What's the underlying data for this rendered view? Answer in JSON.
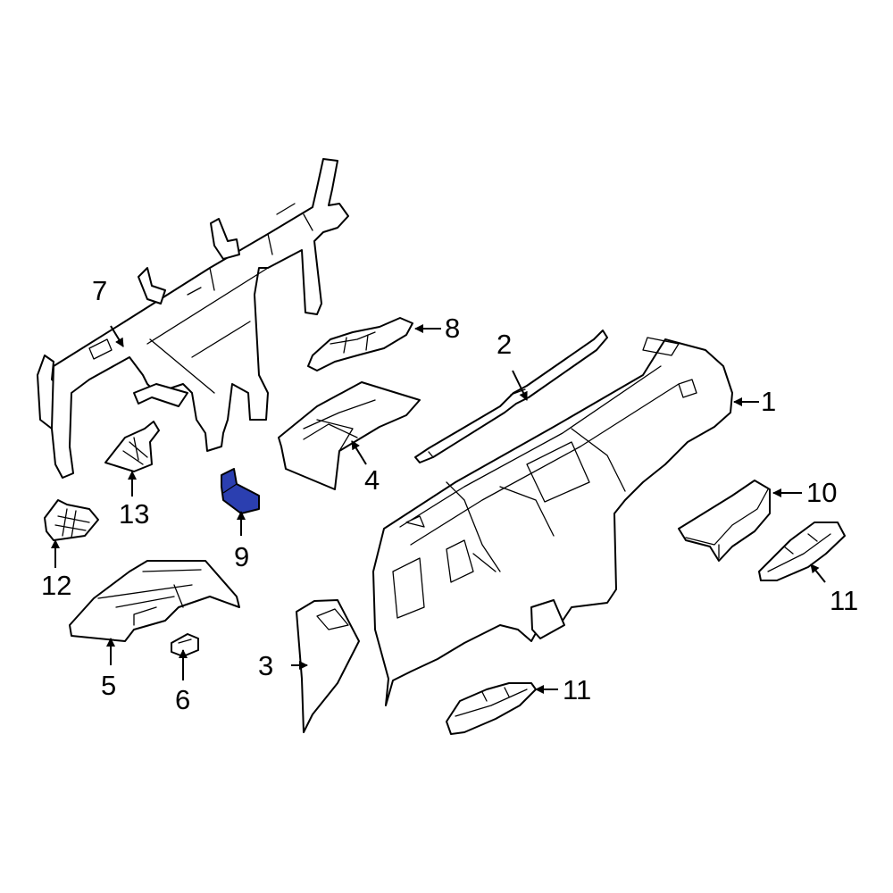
{
  "callouts": [
    {
      "id": "part-1",
      "text": "1"
    },
    {
      "id": "part-2",
      "text": "2"
    },
    {
      "id": "part-3",
      "text": "3"
    },
    {
      "id": "part-4",
      "text": "4"
    },
    {
      "id": "part-5",
      "text": "5"
    },
    {
      "id": "part-6",
      "text": "6"
    },
    {
      "id": "part-7",
      "text": "7"
    },
    {
      "id": "part-8",
      "text": "8"
    },
    {
      "id": "part-9",
      "text": "9"
    },
    {
      "id": "part-10",
      "text": "10"
    },
    {
      "id": "part-11a",
      "text": "11"
    },
    {
      "id": "part-11b",
      "text": "11"
    },
    {
      "id": "part-12",
      "text": "12"
    },
    {
      "id": "part-13",
      "text": "13"
    }
  ],
  "colors": {
    "line": "#000000",
    "background": "#ffffff",
    "highlight": "#2b3fb0"
  },
  "highlighted_part": "9"
}
